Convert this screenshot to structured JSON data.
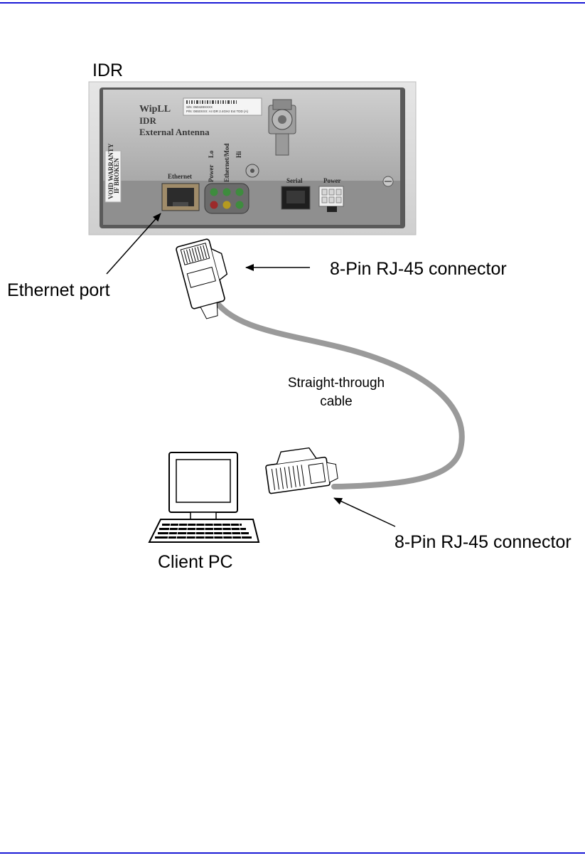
{
  "colors": {
    "rule": "#1a1ad6",
    "cable": "#9a9a9a"
  },
  "labels": {
    "device": "IDR",
    "ethernet_port": "Ethernet port",
    "connector_top": "8-Pin RJ-45 connector",
    "cable_line1": "Straight-through",
    "cable_line2": "cable",
    "connector_bottom": "8-Pin RJ-45 connector",
    "client": "Client PC"
  },
  "device_panel": {
    "brand": "WipLL",
    "model": "IDR",
    "antenna": "External Antenna",
    "sticker_line1": "VOID WARRANTY",
    "sticker_line2": "IF BROKEN",
    "ethernet_label": "Ethernet",
    "serial_label": "Serial",
    "power_label": "Power",
    "led_power": "Power",
    "led_lo": "Lo",
    "led_eth": "Ethernet/Mod",
    "led_hi": "Hi",
    "serial_number_line1": "S/N: 060428XXXX",
    "serial_number_line2": "P/N: 08S0XXX: AI IDR 2.4GHz Ext TDD (A)"
  }
}
